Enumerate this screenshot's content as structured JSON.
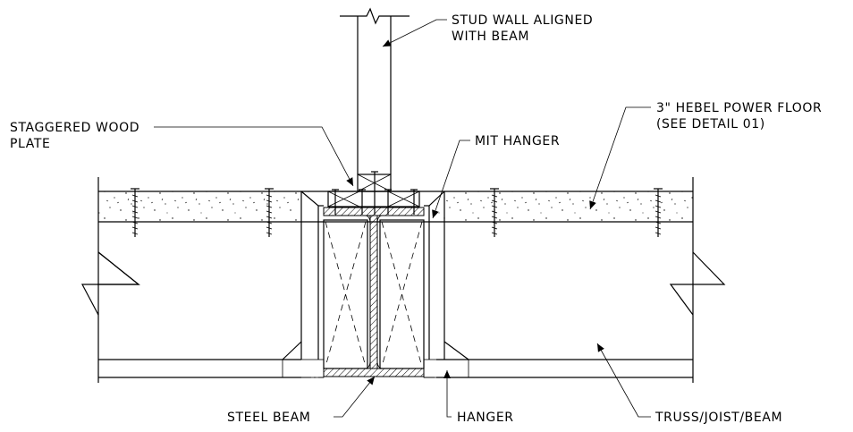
{
  "labels": {
    "stud_wall_line1": "STUD WALL ALIGNED",
    "stud_wall_line2": "WITH BEAM",
    "staggered_line1": "STAGGERED WOOD",
    "staggered_line2": "PLATE",
    "mit_hanger": "MIT HANGER",
    "hebel_line1": "3\" HEBEL POWER FLOOR",
    "hebel_line2": "(SEE DETAIL 01)",
    "steel_beam": "STEEL BEAM",
    "hanger": "HANGER",
    "truss": "TRUSS/JOIST/BEAM"
  }
}
